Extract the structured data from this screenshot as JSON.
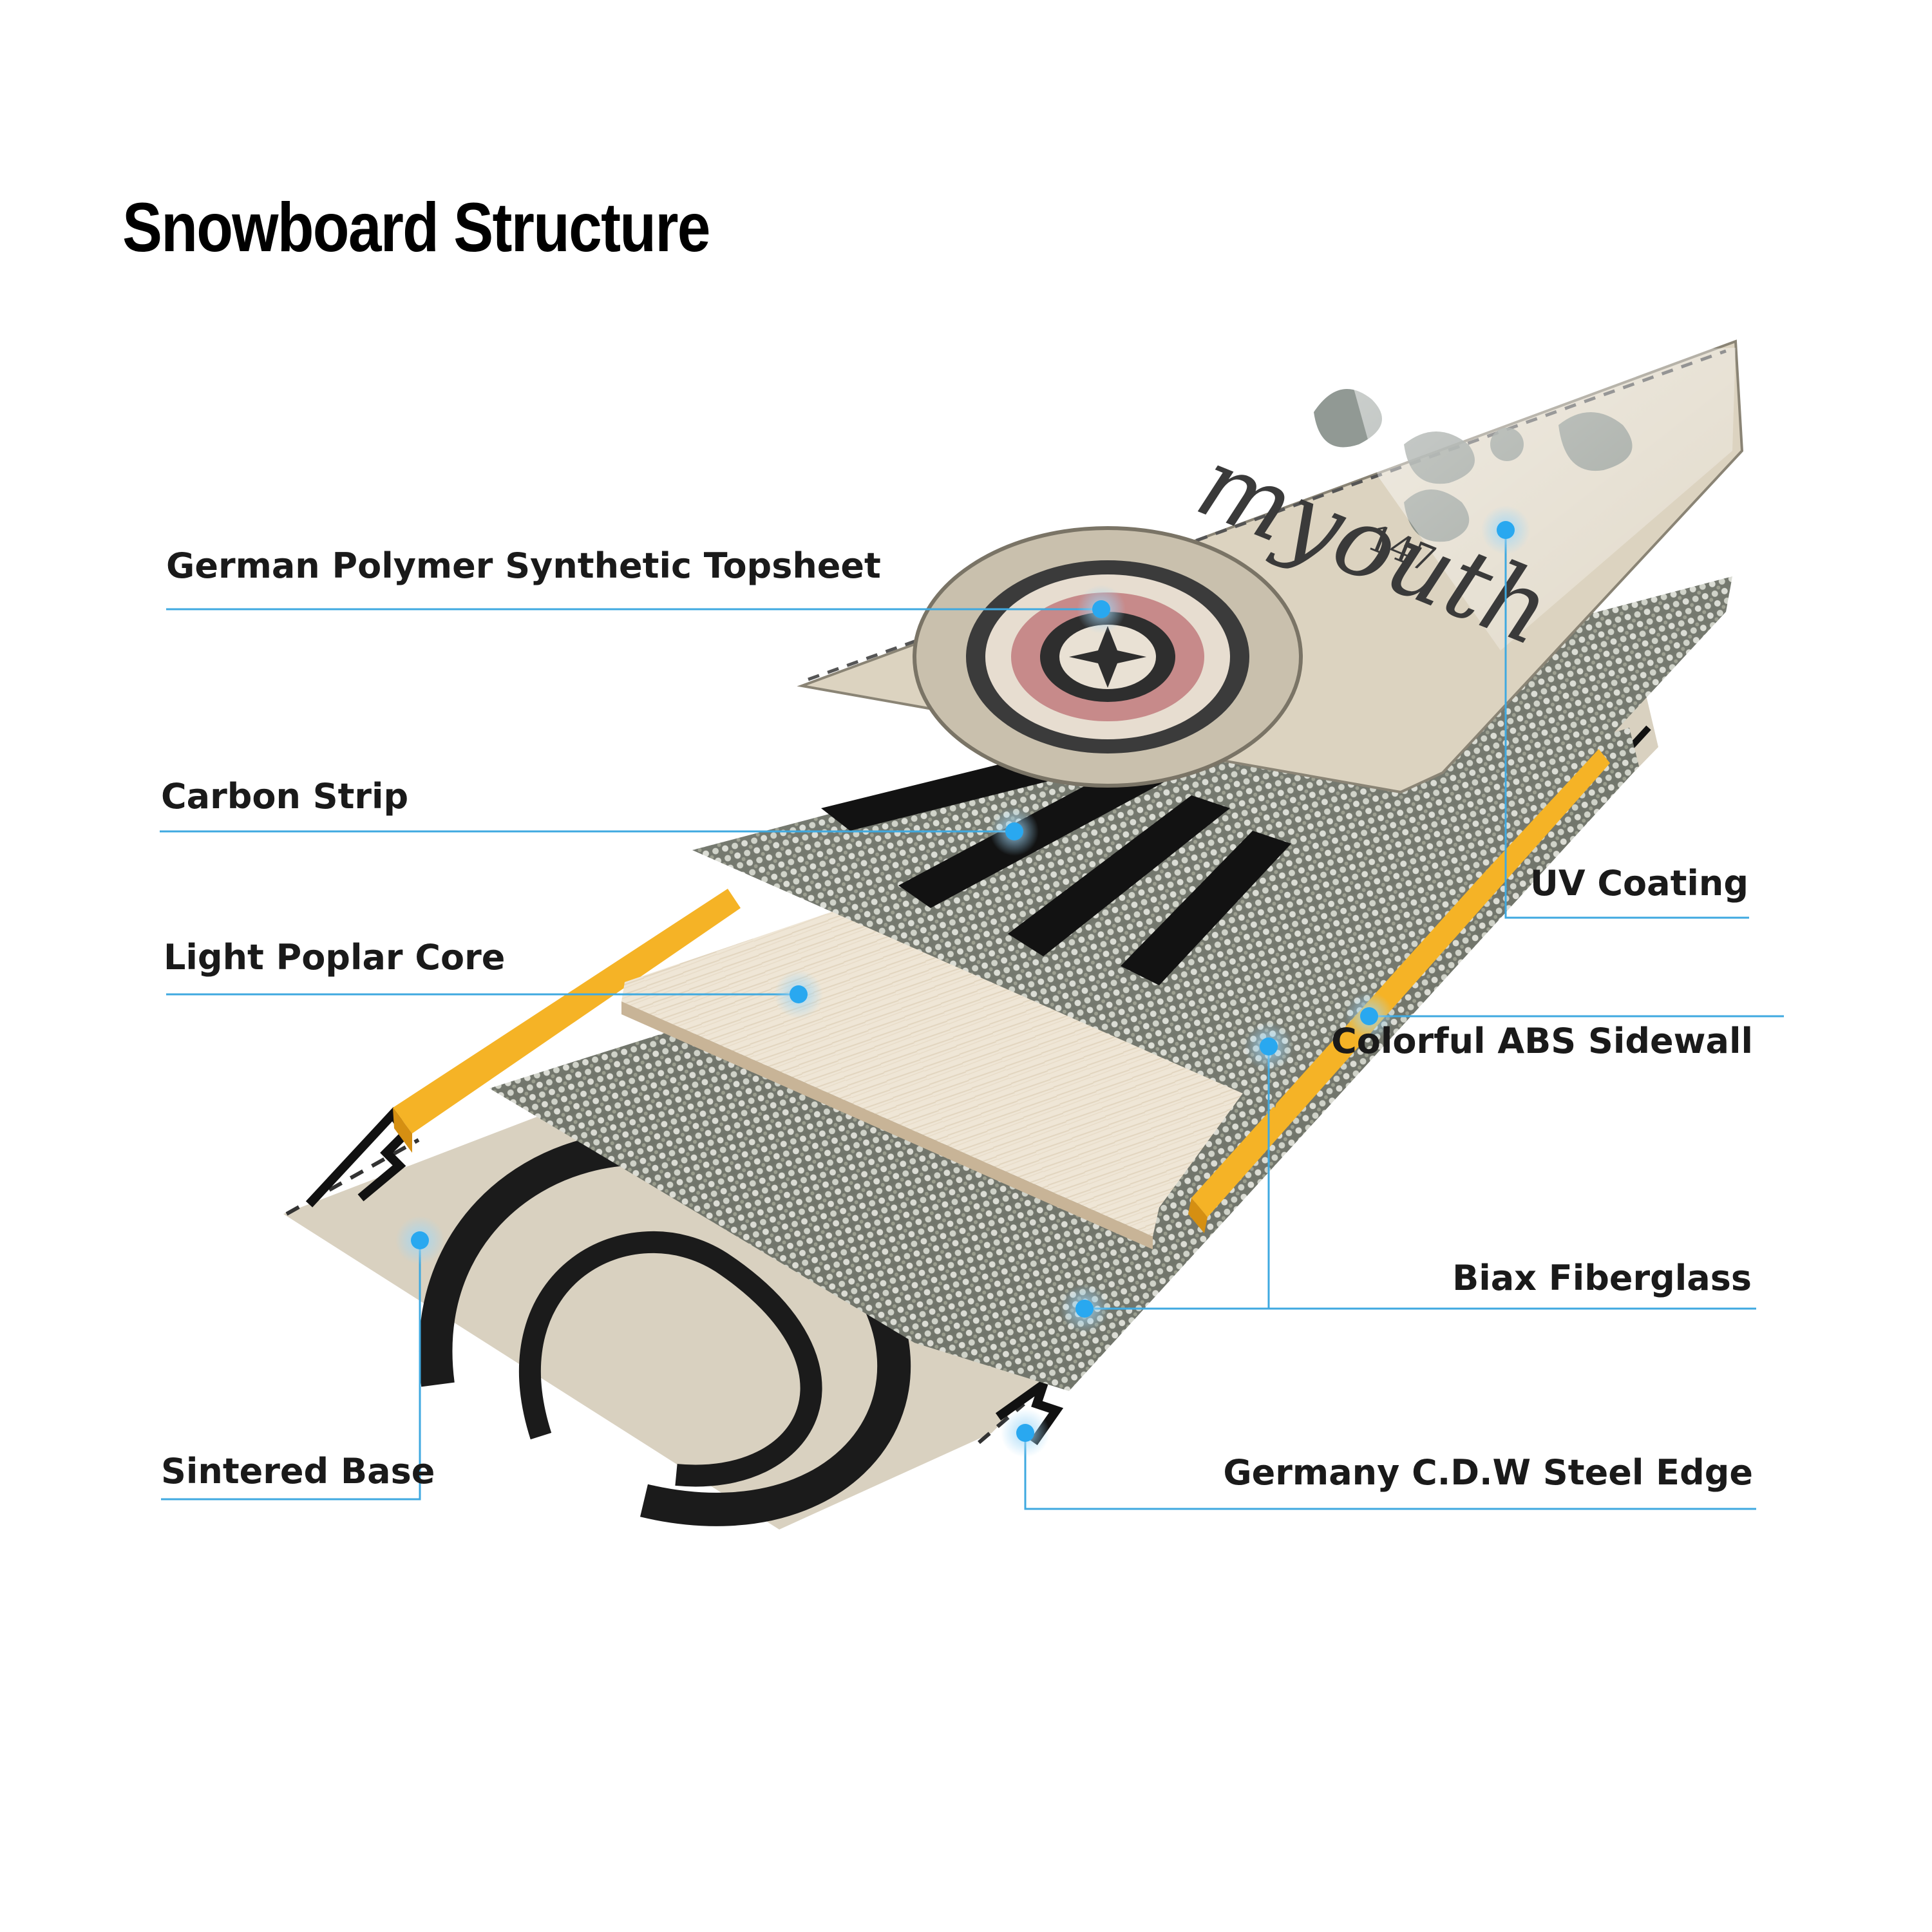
{
  "title": "Snowboard Structure",
  "topsheet_graphic": {
    "brand": "myouth",
    "size": "147"
  },
  "labels": {
    "topsheet": "German Polymer Synthetic Topsheet",
    "carbon": "Carbon Strip",
    "core": "Light Poplar Core",
    "base": "Sintered Base",
    "uv": "UV Coating",
    "sidewall": "Colorful ABS Sidewall",
    "fiberglass": "Biax Fiberglass",
    "edge": "Germany C.D.W Steel Edge"
  },
  "colors": {
    "leader_line": "#3fa9e0",
    "marker": "#29a8f0",
    "sidewall": "#f5b326",
    "topsheet": "#dcd3c0",
    "core": "#ece2d0",
    "fiberglass": "#6f7366",
    "base": "#d9d1c0"
  }
}
